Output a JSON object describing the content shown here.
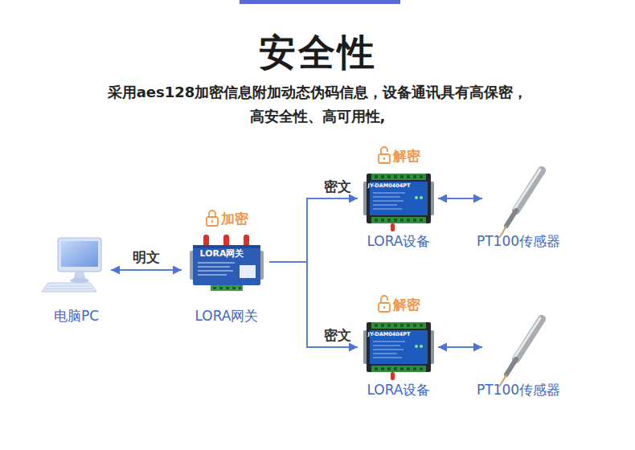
{
  "diagram": {
    "title": "安全性",
    "nodes": [
      {
        "text": [
          "电脑PC"
        ]
      },
      {
        "text": [
          "加密",
          "LORA网关"
        ]
      },
      {
        "text": [
          "解密",
          "LORA设备"
        ]
      },
      {
        "text": [
          "PT100传感器"
        ]
      },
      {
        "text": [
          "解密",
          "LORA设备"
        ]
      },
      {
        "text": [
          "PT100传感器"
        ]
      }
    ],
    "edges": [
      {
        "from": 0,
        "to": 1,
        "arrow": "both",
        "label": "明文"
      },
      {
        "from": 1,
        "to": 2,
        "arrow": "to",
        "label": "密文"
      },
      {
        "from": 1,
        "to": 4,
        "arrow": "to",
        "label": "密文"
      },
      {
        "from": 2,
        "to": 3,
        "arrow": "both"
      },
      {
        "from": 4,
        "to": 5,
        "arrow": "both"
      }
    ],
    "labels": [
      "采用aes128加密信息附加动态伪码信息，设备通讯具有高保密， 高安全性、高可用性,",
      "LORA网关",
      "JY-DAM0404PT",
      "JY-DAM0404PT"
    ]
  }
}
